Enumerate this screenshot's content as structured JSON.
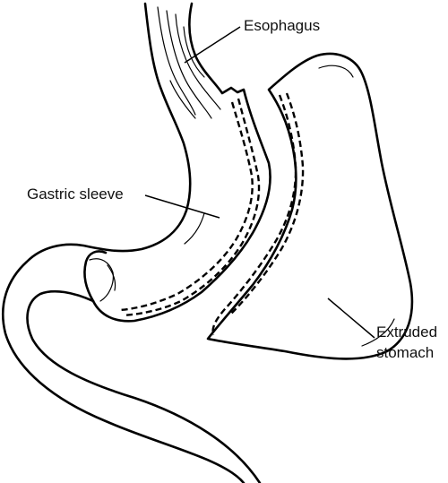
{
  "labels": {
    "esophagus": "Esophagus",
    "gastric_sleeve": "Gastric sleeve",
    "extruded_stomach_line1": "Extruded",
    "extruded_stomach_line2": "stomach"
  },
  "colors": {
    "line": "#000000",
    "background": "#ffffff"
  }
}
